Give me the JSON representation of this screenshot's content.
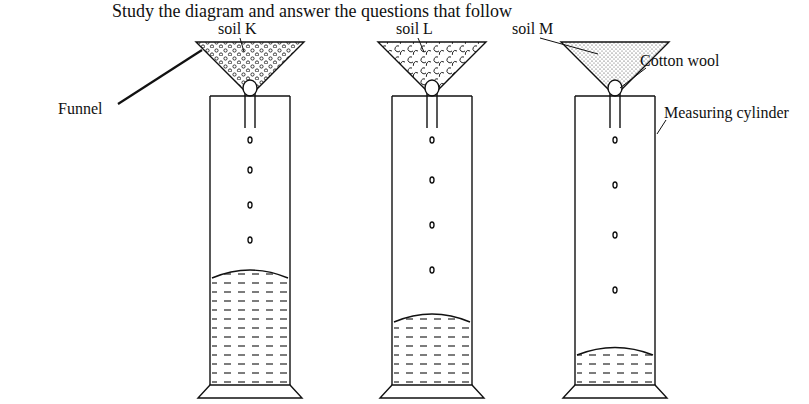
{
  "diagram": {
    "title": "Study the diagram and answer the questions that follow",
    "labels": [
      "soil K",
      "soil L",
      "soil M",
      "Funnel",
      "Cotton wool",
      "Measuring cylinder"
    ]
  }
}
